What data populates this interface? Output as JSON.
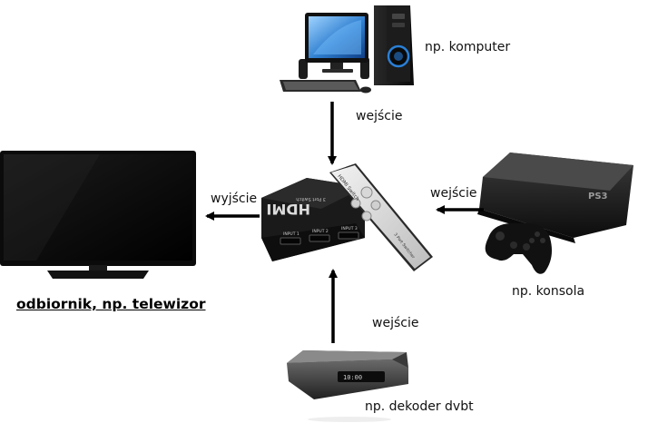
{
  "labels": {
    "computer": "np. komputer",
    "input_top": "wejście",
    "output_left": "wyjście",
    "input_right": "wejście",
    "console": "np. konsola",
    "input_bottom": "wejście",
    "decoder": "np. dekoder dvbt",
    "receiver": "odbiornik, np. telewizor"
  },
  "device_text": {
    "switch_brand": "HDMI",
    "switch_small": "3 Port Switch",
    "switch_ports": [
      "INPUT 1",
      "INPUT 2",
      "INPUT 3"
    ],
    "remote_title": "HDMI Switch",
    "remote_footer": "3 Port Switcher",
    "console_logo": "PS3",
    "decoder_display": "10:00"
  },
  "colors": {
    "arrow": "#000000",
    "text": "#111111",
    "device_dark": "#1a1a1a",
    "monitor_screen": "#3b8fd8"
  }
}
